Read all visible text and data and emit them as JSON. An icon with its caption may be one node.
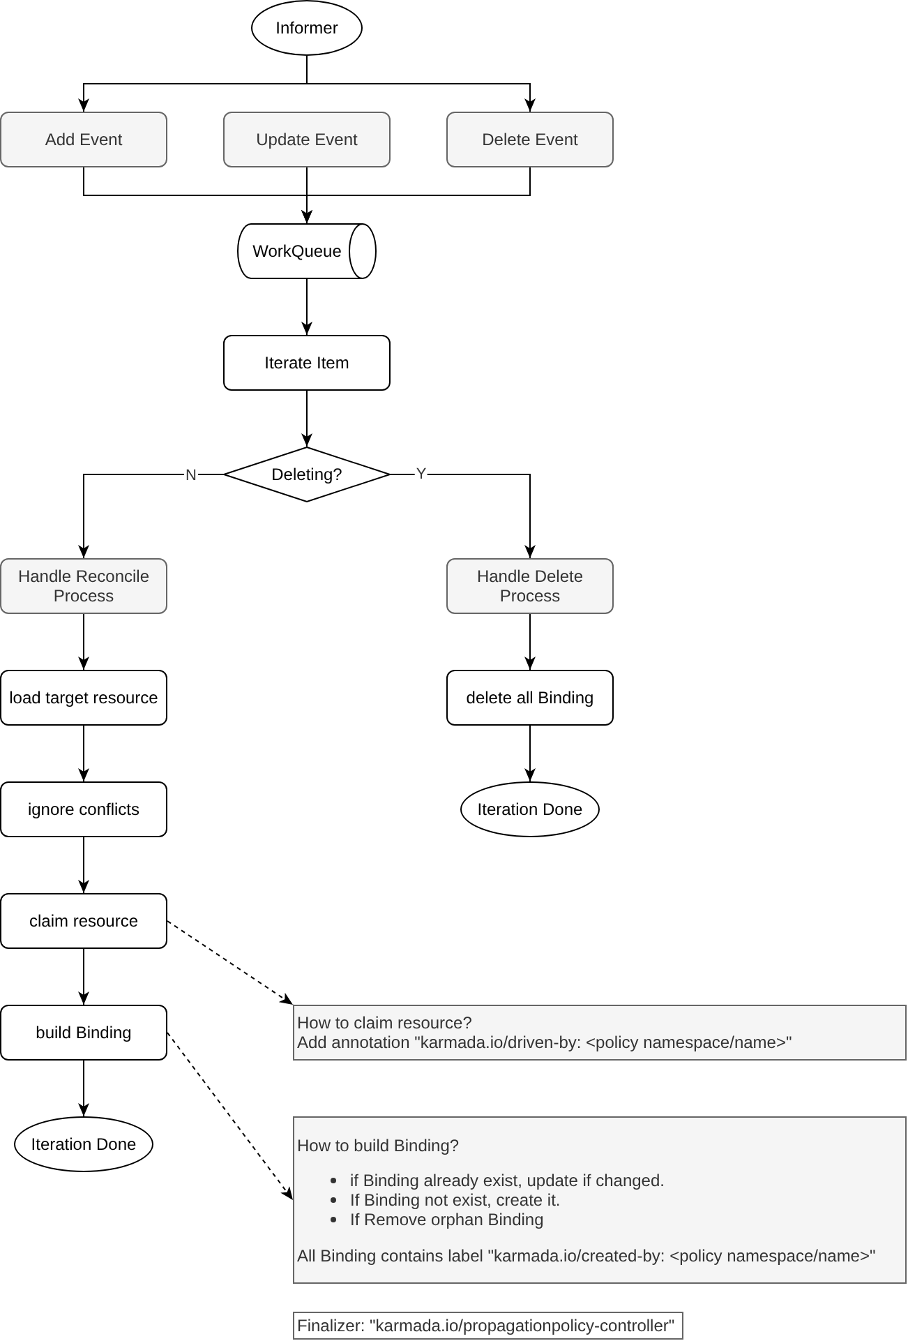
{
  "diagram": {
    "nodes": [
      {
        "text": [
          "Informer"
        ]
      },
      {
        "text": [
          "Add Event"
        ]
      },
      {
        "text": [
          "Update Event"
        ]
      },
      {
        "text": [
          "Delete Event"
        ]
      },
      {
        "text": [
          "WorkQueue"
        ]
      },
      {
        "text": [
          "Iterate Item"
        ]
      },
      {
        "text": [
          "Deleting?"
        ]
      },
      {
        "text": [
          "Handle Reconcile Process"
        ]
      },
      {
        "text": [
          "Handle Delete Process"
        ]
      },
      {
        "text": [
          "load target resource"
        ]
      },
      {
        "text": [
          "delete all Binding"
        ]
      },
      {
        "text": [
          "ignore conflicts"
        ]
      },
      {
        "text": [
          "Iteration Done"
        ]
      },
      {
        "text": [
          "claim resource"
        ]
      },
      {
        "text": [
          "build Binding"
        ]
      },
      {
        "text": [
          "How to claim resource?",
          "Add annotation \"karmada.io/driven-by: <policy namespace/name>\""
        ]
      },
      {
        "text": [
          "Iteration Done"
        ]
      },
      {
        "text": [
          "How to build Binding?",
          "if Binding already exist, update if changed.",
          "If Binding not exist, create it.",
          "If Remove orphan Binding",
          "All Binding contains label \"karmada.io/created-by: <policy namespace/name>\""
        ]
      },
      {
        "text": [
          "Finalizer: \"karmada.io/propagationpolicy-controller\""
        ]
      }
    ],
    "edges": [
      {
        "from": 0,
        "to": 1,
        "arrow": "to"
      },
      {
        "from": 0,
        "to": 3,
        "arrow": "to"
      },
      {
        "from": 1,
        "to": 4,
        "arrow": "to"
      },
      {
        "from": 2,
        "to": 4,
        "arrow": "to"
      },
      {
        "from": 3,
        "to": 4,
        "arrow": "to"
      },
      {
        "from": 4,
        "to": 5,
        "arrow": "to"
      },
      {
        "from": 5,
        "to": 6,
        "arrow": "to"
      },
      {
        "from": 6,
        "to": 7,
        "label": "N",
        "arrow": "to"
      },
      {
        "from": 6,
        "to": 8,
        "label": "Y",
        "arrow": "to"
      },
      {
        "from": 7,
        "to": 9,
        "arrow": "to"
      },
      {
        "from": 9,
        "to": 11,
        "arrow": "to"
      },
      {
        "from": 11,
        "to": 13,
        "arrow": "to"
      },
      {
        "from": 13,
        "to": 14,
        "arrow": "to"
      },
      {
        "from": 14,
        "to": 16,
        "arrow": "to"
      },
      {
        "from": 8,
        "to": 10,
        "arrow": "to"
      },
      {
        "from": 10,
        "to": 12,
        "arrow": "to"
      },
      {
        "from": 13,
        "to": 15,
        "arrow": "to",
        "style": "dashed"
      },
      {
        "from": 14,
        "to": 17,
        "arrow": "to",
        "style": "dashed"
      }
    ]
  }
}
